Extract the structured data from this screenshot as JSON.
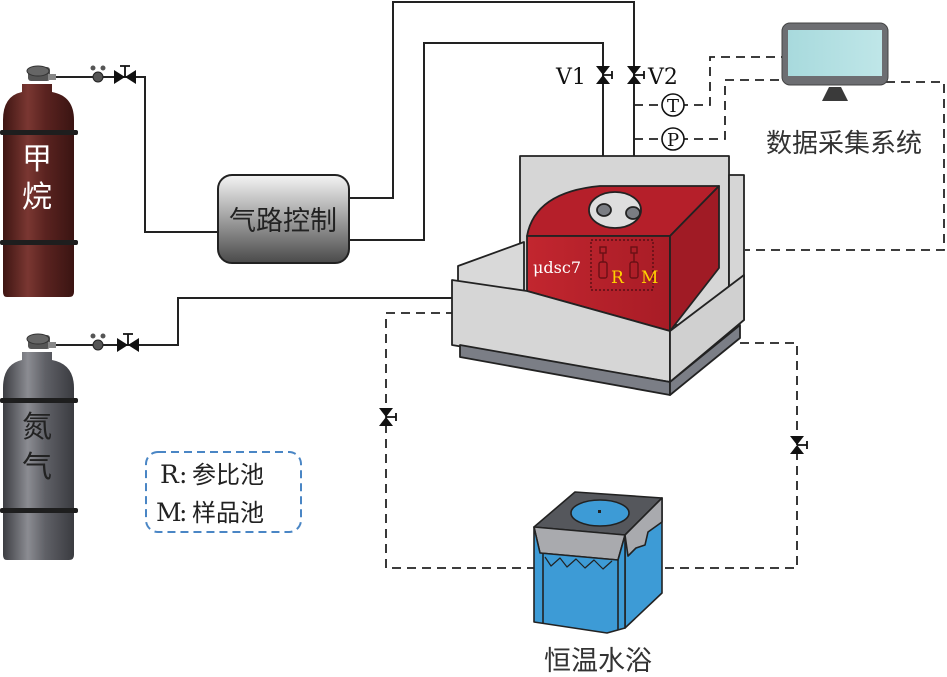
{
  "cylinders": {
    "methane": {
      "label_line1": "甲",
      "label_line2": "烷",
      "color": "#5a2320"
    },
    "nitrogen": {
      "label_line1": "氮",
      "label_line2": "气",
      "color": "#5f6066"
    }
  },
  "gas_control": {
    "label": "气路控制"
  },
  "valves": {
    "v1": "V1",
    "v2": "V2"
  },
  "sensors": {
    "temperature": "T",
    "pressure": "P"
  },
  "daq": {
    "label": "数据采集系统"
  },
  "instrument": {
    "model": "μdsc7",
    "cell_r": "R",
    "cell_m": "M",
    "body_color": "#b5202a",
    "cell_label_color": "#ffd200"
  },
  "water_bath": {
    "label": "恒温水浴",
    "color": "#3d9bd6"
  },
  "legend": {
    "line1_key": "R",
    "line1_value": "参比池",
    "line2_key": "M",
    "line2_value": "样品池",
    "border_color": "#4a86c5"
  }
}
